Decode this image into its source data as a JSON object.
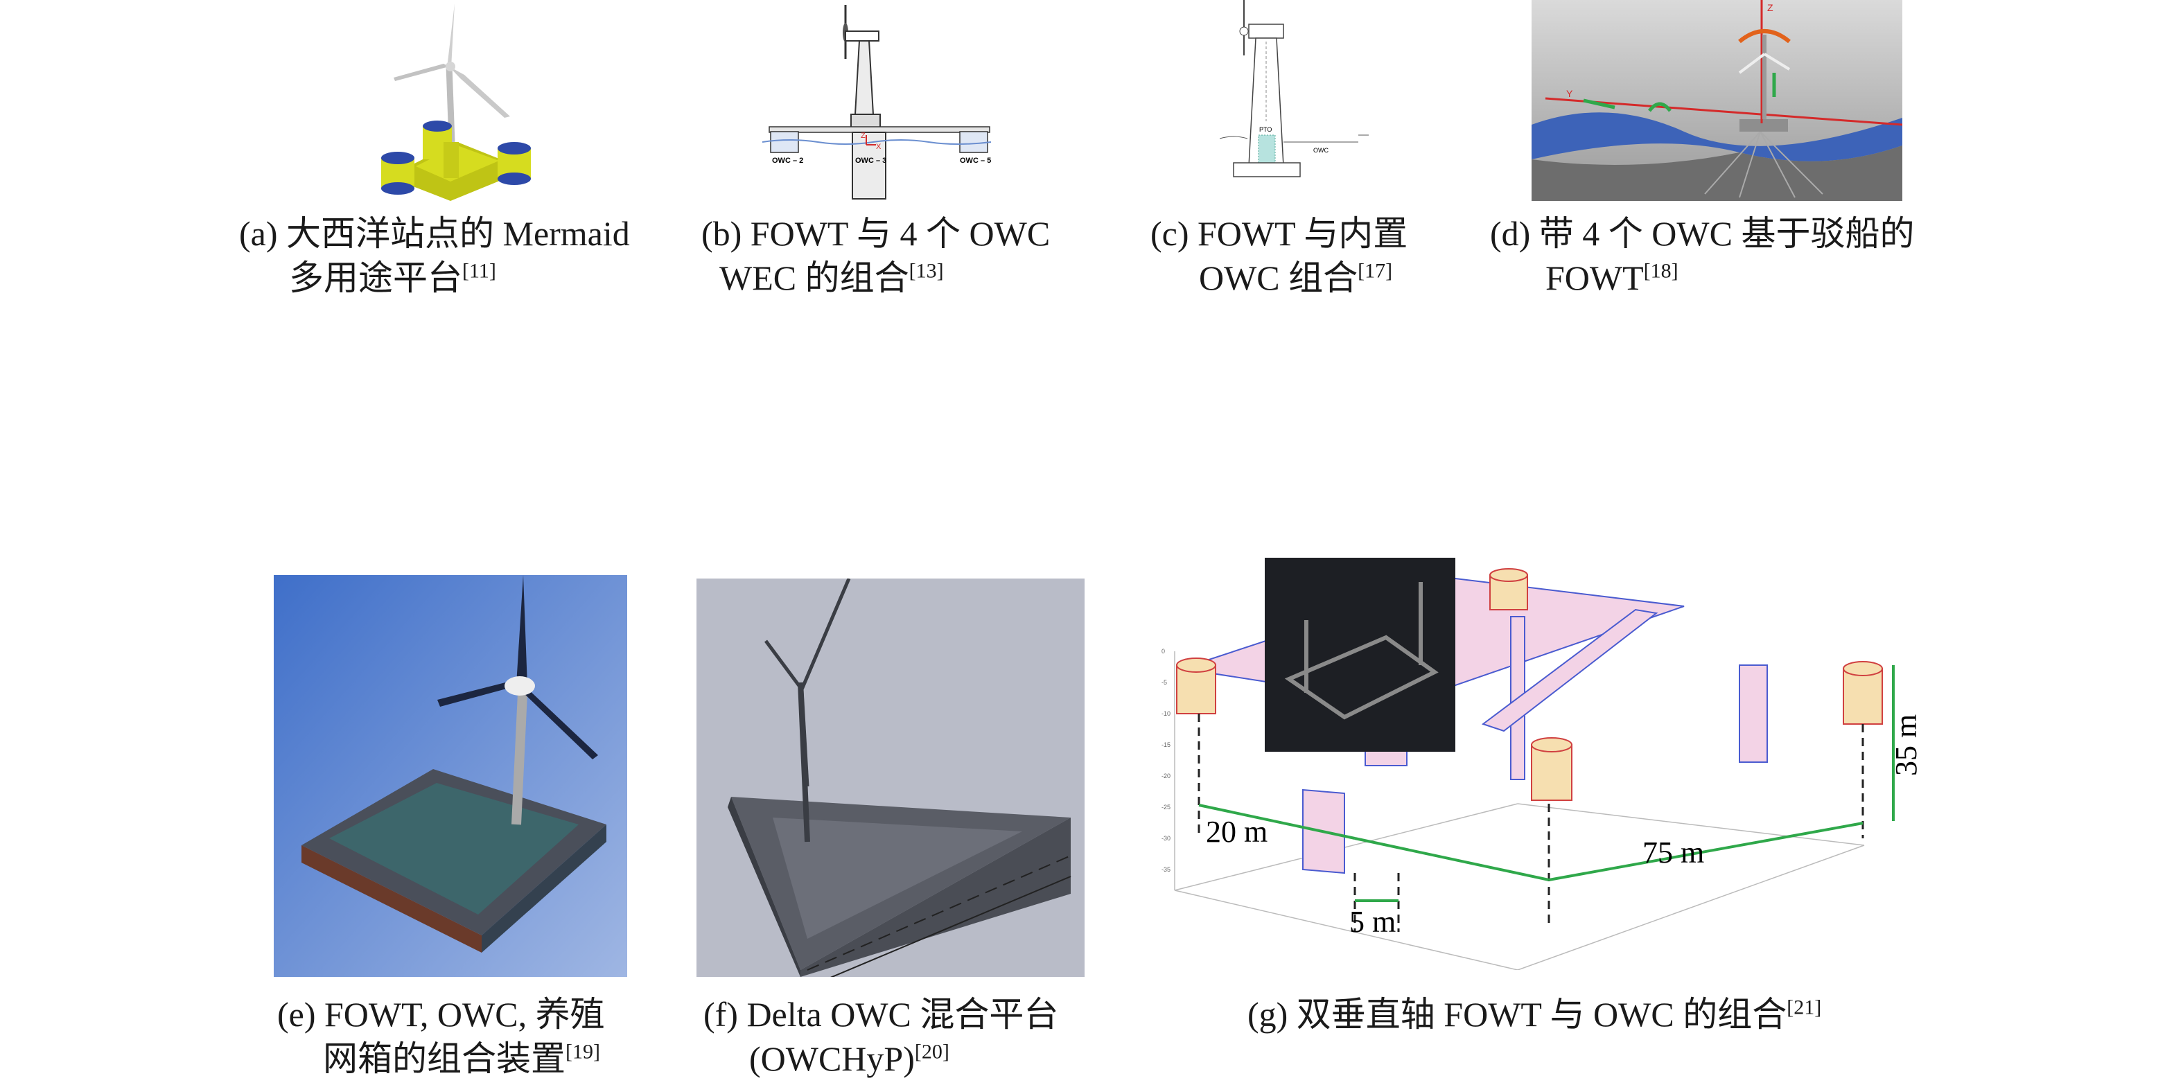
{
  "figure": {
    "panels": [
      {
        "id": "a",
        "caption_line1": "(a) 大西洋站点的 Mermaid",
        "caption_line2": "多用途平台",
        "ref": "[11]"
      },
      {
        "id": "b",
        "caption_line1": "(b) FOWT 与 4 个 OWC",
        "caption_line2": "WEC 的组合",
        "ref": "[13]"
      },
      {
        "id": "c",
        "caption_line1": "(c) FOWT 与内置",
        "caption_line2": "OWC 组合",
        "ref": "[17]"
      },
      {
        "id": "d",
        "caption_line1": "(d) 带 4 个 OWC 基于驳船的",
        "caption_line2": "FOWT",
        "ref": "[18]"
      },
      {
        "id": "e",
        "caption_line1": "(e) FOWT, OWC, 养殖",
        "caption_line2": "网箱的组合装置",
        "ref": "[19]"
      },
      {
        "id": "f",
        "caption_line1": "(f) Delta OWC 混合平台",
        "caption_line2": "(OWCHyP)",
        "ref": "[20]"
      },
      {
        "id": "g",
        "caption_line1": "(g) 双垂直轴 FOWT 与 OWC 的组合",
        "caption_line2": "",
        "ref": "[21]"
      }
    ],
    "panel_b_labels": {
      "owc2": "OWC – 2",
      "owc3": "OWC – 3",
      "owc5": "OWC – 5",
      "z": "Z",
      "x": "X"
    },
    "panel_c_labels": {
      "pto": "PTO",
      "owc": "OWC"
    },
    "panel_d_labels": {
      "z": "Z",
      "y": "Y"
    },
    "panel_g_labels": {
      "dim_20": "20 m",
      "dim_75": "75 m",
      "dim_5": "5 m",
      "dim_35": "35 m",
      "z_ticks": [
        "0",
        "-5",
        "-10",
        "-15",
        "-20",
        "-25",
        "-30",
        "-35"
      ]
    },
    "colors": {
      "yellow": "#d6dc1f",
      "blue_platform": "#2d49a8",
      "ocean": "#3d63b8",
      "green_dim": "#2fa84a",
      "red_axis": "#d42a2a"
    }
  }
}
